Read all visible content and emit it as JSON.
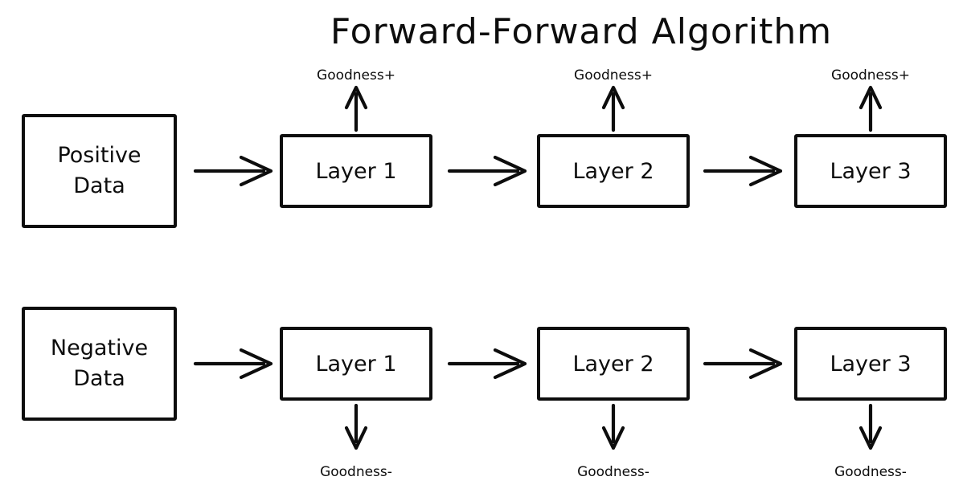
{
  "title": "Forward-Forward Algorithm",
  "colors": {
    "stroke": "#0d0d0d",
    "background": "#ffffff"
  },
  "rows": [
    {
      "name": "positive",
      "data_label": "Positive Data",
      "goodness_label": "Goodness+",
      "goodness_direction": "up",
      "layers": [
        "Layer 1",
        "Layer 2",
        "Layer 3"
      ]
    },
    {
      "name": "negative",
      "data_label": "Negative Data",
      "goodness_label": "Goodness-",
      "goodness_direction": "down",
      "layers": [
        "Layer 1",
        "Layer 2",
        "Layer 3"
      ]
    }
  ]
}
